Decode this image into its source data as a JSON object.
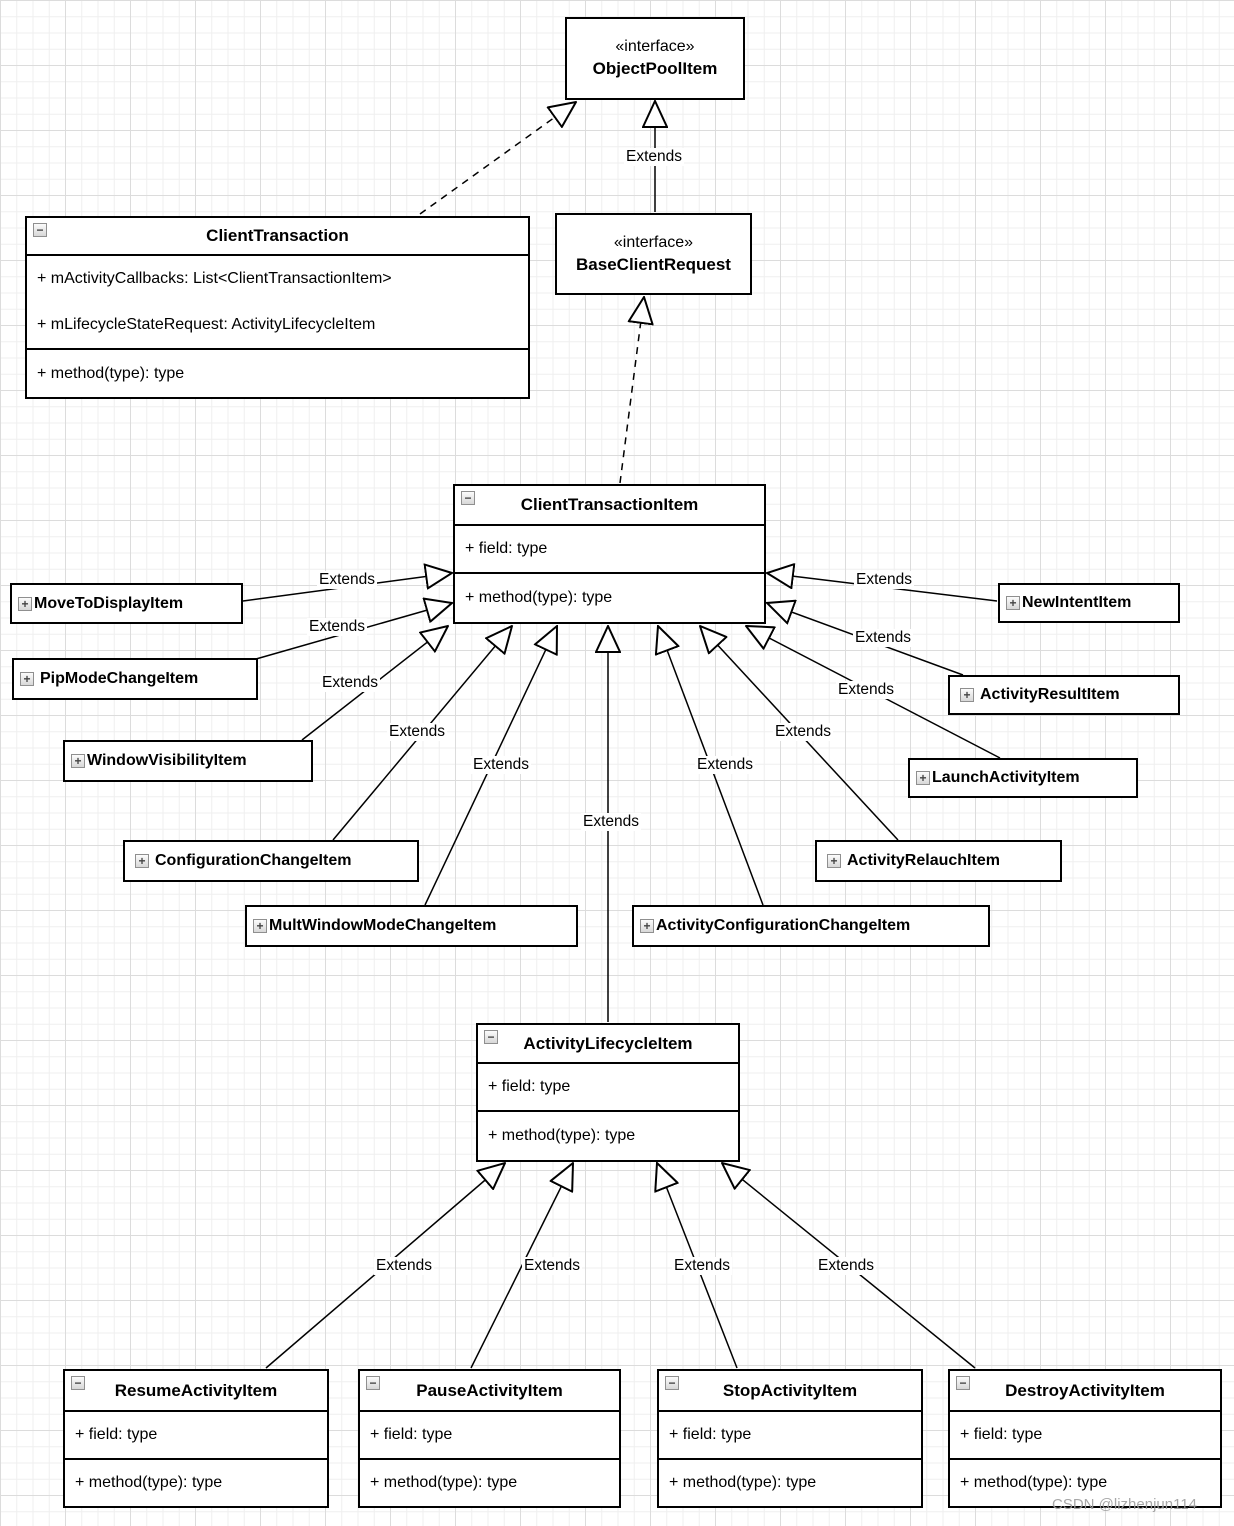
{
  "edge_label": "Extends",
  "icons": {
    "collapse": "−",
    "expand": "+"
  },
  "watermark": "CSDN @lizhenjun114",
  "boxes": {
    "objectPoolItem": {
      "stereotype": "«interface»",
      "name": "ObjectPoolItem"
    },
    "baseClientRequest": {
      "stereotype": "«interface»",
      "name": "BaseClientRequest"
    },
    "clientTransaction": {
      "name": "ClientTransaction",
      "fields": [
        "+ mActivityCallbacks: List<ClientTransactionItem>",
        "+ mLifecycleStateRequest: ActivityLifecycleItem"
      ],
      "methods": [
        "+ method(type): type"
      ]
    },
    "clientTransactionItem": {
      "name": "ClientTransactionItem",
      "fields": [
        "+ field: type"
      ],
      "methods": [
        "+ method(type): type"
      ]
    },
    "activityLifecycleItem": {
      "name": "ActivityLifecycleItem",
      "fields": [
        "+ field: type"
      ],
      "methods": [
        "+ method(type): type"
      ]
    },
    "resumeActivityItem": {
      "name": "ResumeActivityItem",
      "fields": [
        "+ field: type"
      ],
      "methods": [
        "+ method(type): type"
      ]
    },
    "pauseActivityItem": {
      "name": "PauseActivityItem",
      "fields": [
        "+ field: type"
      ],
      "methods": [
        "+ method(type): type"
      ]
    },
    "stopActivityItem": {
      "name": "StopActivityItem",
      "fields": [
        "+ field: type"
      ],
      "methods": [
        "+ method(type): type"
      ]
    },
    "destroyActivityItem": {
      "name": "DestroyActivityItem",
      "fields": [
        "+ field: type"
      ],
      "methods": [
        "+ method(type): type"
      ]
    },
    "moveToDisplayItem": {
      "name": "MoveToDisplayItem"
    },
    "pipModeChangeItem": {
      "name": "PipModeChangeItem"
    },
    "windowVisibilityItem": {
      "name": "WindowVisibilityItem"
    },
    "configurationChangeItem": {
      "name": "ConfigurationChangeItem"
    },
    "multWindowModeChangeItem": {
      "name": "MultWindowModeChangeItem"
    },
    "activityConfigurationChangeItem": {
      "name": "ActivityConfigurationChangeItem"
    },
    "activityRelauchItem": {
      "name": "ActivityRelauchItem"
    },
    "launchActivityItem": {
      "name": "LaunchActivityItem"
    },
    "activityResultItem": {
      "name": "ActivityResultItem"
    },
    "newIntentItem": {
      "name": "NewIntentItem"
    }
  }
}
